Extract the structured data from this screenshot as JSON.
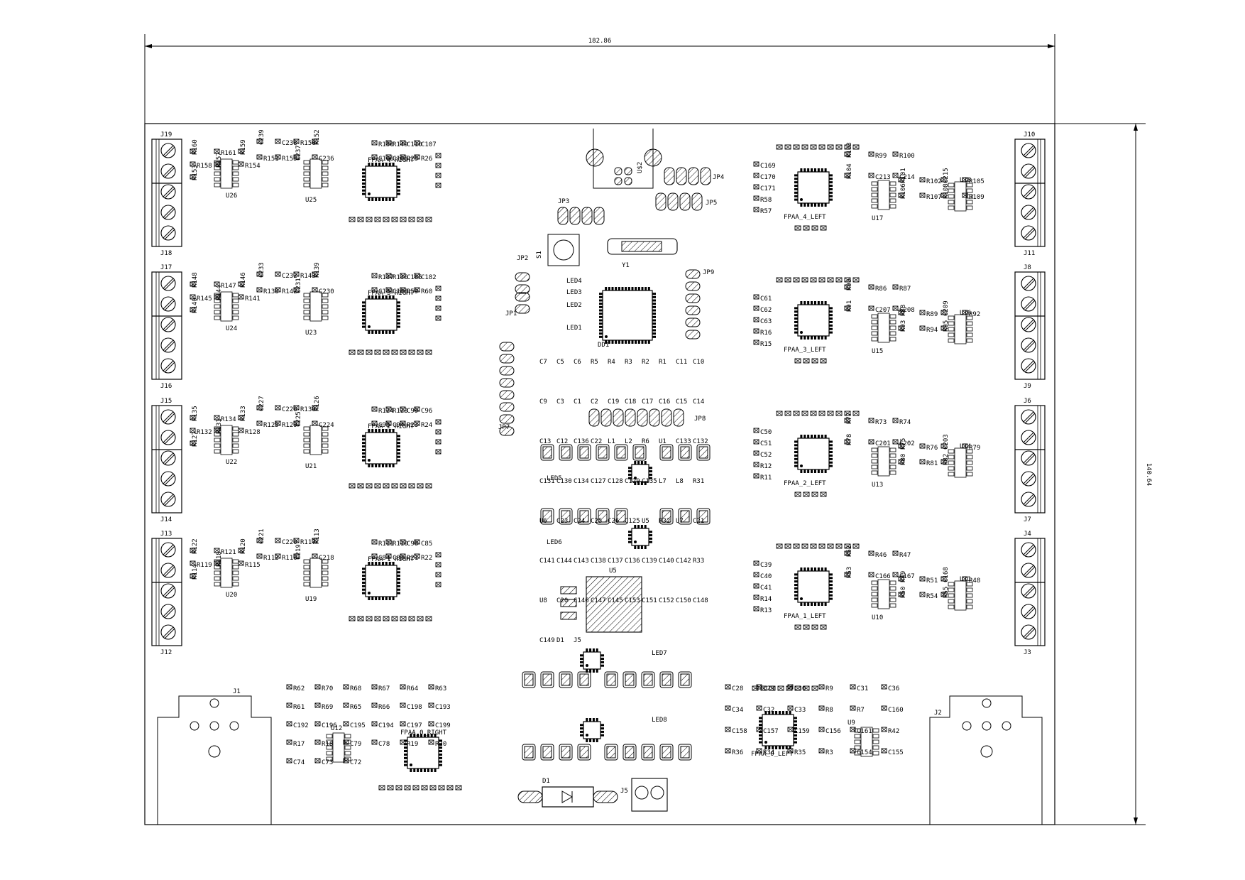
{
  "dimensions": {
    "width_label": "182.86",
    "height_label": "140.64"
  },
  "terminal_blocks": {
    "left": [
      {
        "top": "J19",
        "bottom": "J18"
      },
      {
        "top": "J17",
        "bottom": "J16"
      },
      {
        "top": "J15",
        "bottom": "J14"
      },
      {
        "top": "J13",
        "bottom": "J12"
      }
    ],
    "right": [
      {
        "top": "J10",
        "bottom": "J11"
      },
      {
        "top": "J8",
        "bottom": "J9"
      },
      {
        "top": "J6",
        "bottom": "J7"
      },
      {
        "top": "J4",
        "bottom": "J3"
      }
    ]
  },
  "fpaa_left_blocks": [
    {
      "name": "FPAA_4_RIGHT",
      "u_main": "U26",
      "u_sec": "U25",
      "labels": [
        "R160",
        "R161",
        "R159",
        "R158",
        "R157",
        "R154",
        "R153",
        "C239",
        "C238",
        "R156",
        "R152",
        "R151",
        "R155",
        "C237",
        "C236",
        "R150",
        "R149",
        "C110",
        "C107",
        "C106",
        "C105",
        "R25",
        "R26"
      ]
    },
    {
      "name": "FPAA_3_RIGHT",
      "u_main": "U24",
      "u_sec": "U23",
      "labels": [
        "R148",
        "R147",
        "R146",
        "R145",
        "R144",
        "R141",
        "R140",
        "C233",
        "C232",
        "R143",
        "R139",
        "R138",
        "R142",
        "C231",
        "C230",
        "R137",
        "R136",
        "C185",
        "C182",
        "C181",
        "C180",
        "R59",
        "R60"
      ]
    },
    {
      "name": "FPAA_2_RIGHT",
      "u_main": "U22",
      "u_sec": "U21",
      "labels": [
        "R135",
        "R134",
        "R133",
        "R132",
        "R131",
        "R128",
        "R127",
        "C227",
        "C226",
        "R130",
        "R126",
        "R125",
        "R129",
        "C225",
        "C224",
        "R124",
        "R123",
        "C99",
        "C96",
        "C95",
        "C94",
        "R23",
        "R24"
      ]
    },
    {
      "name": "FPAA_1_RIGHT",
      "u_main": "U20",
      "u_sec": "U19",
      "labels": [
        "R122",
        "R121",
        "R120",
        "R119",
        "R118",
        "R115",
        "R114",
        "C221",
        "C220",
        "R117",
        "R113",
        "R112",
        "R116",
        "C219",
        "C218",
        "R111",
        "R110",
        "C98",
        "C85",
        "C84",
        "C83",
        "R21",
        "R22"
      ]
    }
  ],
  "fpaa_right_blocks": [
    {
      "name": "FPAA_4_LEFT",
      "u_main": "U18",
      "u_sec": "U17",
      "labels": [
        "C169",
        "C170",
        "C171",
        "R58",
        "R57",
        "R103",
        "R99",
        "R100",
        "R104",
        "C213",
        "C214",
        "R101",
        "R102",
        "C215",
        "R105",
        "R106",
        "R107",
        "R108",
        "R109"
      ]
    },
    {
      "name": "FPAA_3_LEFT",
      "u_main": "U16",
      "u_sec": "U15",
      "labels": [
        "C61",
        "C62",
        "C63",
        "R16",
        "R15",
        "R90",
        "R86",
        "R87",
        "R91",
        "C207",
        "C208",
        "R88",
        "R89",
        "C209",
        "R92",
        "R93",
        "R94",
        "R95"
      ]
    },
    {
      "name": "FPAA_2_LEFT",
      "u_main": "U14",
      "u_sec": "U13",
      "labels": [
        "C50",
        "C51",
        "C52",
        "R12",
        "R11",
        "R77",
        "R73",
        "R74",
        "R78",
        "C201",
        "C202",
        "R75",
        "R76",
        "C203",
        "R79",
        "R80",
        "R81",
        "R82"
      ]
    },
    {
      "name": "FPAA_1_LEFT",
      "u_main": "U11",
      "u_sec": "U10",
      "labels": [
        "C39",
        "C40",
        "C41",
        "R14",
        "R13",
        "R52",
        "R46",
        "R47",
        "R53",
        "C166",
        "C167",
        "R49",
        "R51",
        "C168",
        "R48",
        "R50",
        "R54",
        "R55"
      ]
    }
  ],
  "center": {
    "usb": "U$2",
    "jumpers": [
      "JP4",
      "JP5",
      "JP3",
      "JP2",
      "JP1",
      "JP9",
      "JP7",
      "JP8"
    ],
    "crystal": "Y1",
    "switch": "S1",
    "mcu": "DD1",
    "leds": [
      "LED4",
      "LED3",
      "LED2",
      "LED1",
      "LED5",
      "LED6",
      "LED7",
      "LED8"
    ],
    "misc_labels": [
      "C7",
      "C5",
      "C6",
      "R5",
      "R4",
      "R3",
      "R2",
      "R1",
      "C11",
      "C10",
      "C9",
      "C3",
      "C1",
      "C2",
      "C19",
      "C18",
      "C17",
      "C16",
      "C15",
      "C14",
      "C13",
      "C12",
      "C136",
      "C22",
      "L1",
      "L2",
      "R6",
      "U1",
      "C133",
      "C132",
      "C131",
      "C130",
      "C134",
      "C127",
      "C128",
      "C129",
      "C135",
      "L7",
      "L8",
      "R31",
      "U6",
      "C23",
      "C24",
      "C25",
      "C26",
      "C125",
      "U5",
      "R32",
      "U7",
      "C21",
      "C141",
      "C144",
      "C143",
      "C138",
      "C137",
      "C136",
      "C139",
      "C140",
      "C142",
      "R33",
      "U8",
      "C20",
      "C146",
      "C147",
      "C145",
      "C153",
      "C151",
      "C152",
      "C150",
      "C148",
      "C149",
      "D1",
      "J5"
    ]
  },
  "bottom_left": {
    "jack": "J1",
    "fpaa": "FPAA_0_RIGHT",
    "u": "U12",
    "labels": [
      "R62",
      "R70",
      "R68",
      "R67",
      "R64",
      "R63",
      "R61",
      "R69",
      "R65",
      "R66",
      "C198",
      "C193",
      "C192",
      "C196",
      "C195",
      "C194",
      "C197",
      "C199",
      "R17",
      "R18",
      "C79",
      "C78",
      "R19",
      "R20",
      "C74",
      "C73",
      "C72"
    ]
  },
  "bottom_right": {
    "jack": "J2",
    "fpaa": "FPAA_0_LEFT",
    "u": "U9",
    "labels": [
      "C28",
      "C29",
      "C30",
      "R9",
      "C31",
      "C36",
      "C34",
      "C32",
      "C33",
      "R8",
      "R7",
      "C160",
      "C158",
      "C157",
      "C159",
      "C156",
      "C161",
      "R42",
      "R36",
      "R34",
      "R35",
      "R3",
      "C154",
      "C155"
    ]
  }
}
